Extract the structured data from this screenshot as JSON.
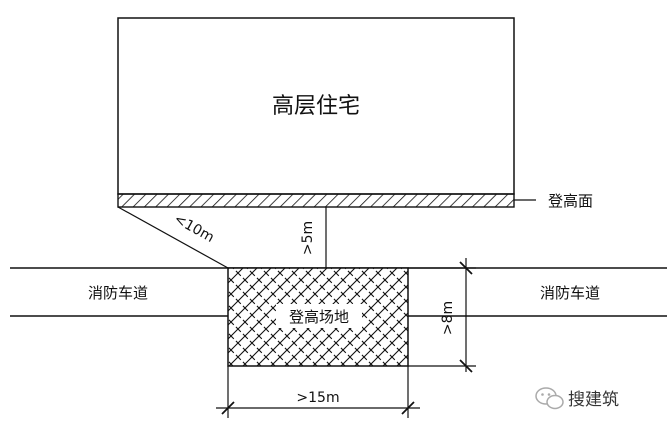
{
  "building": {
    "label": "高层住宅"
  },
  "climbing_face": {
    "label": "登高面"
  },
  "climbing_site": {
    "label": "登高场地"
  },
  "fire_lane": {
    "left_label": "消防车道",
    "right_label": "消防车道"
  },
  "dimensions": {
    "diagonal": "<10m",
    "gap": ">5m",
    "site_length": ">15m",
    "site_width": ">8m"
  },
  "watermark": {
    "icon": "wechat-icon",
    "text": "搜建筑"
  },
  "colors": {
    "line": "#111111",
    "background": "#ffffff"
  }
}
